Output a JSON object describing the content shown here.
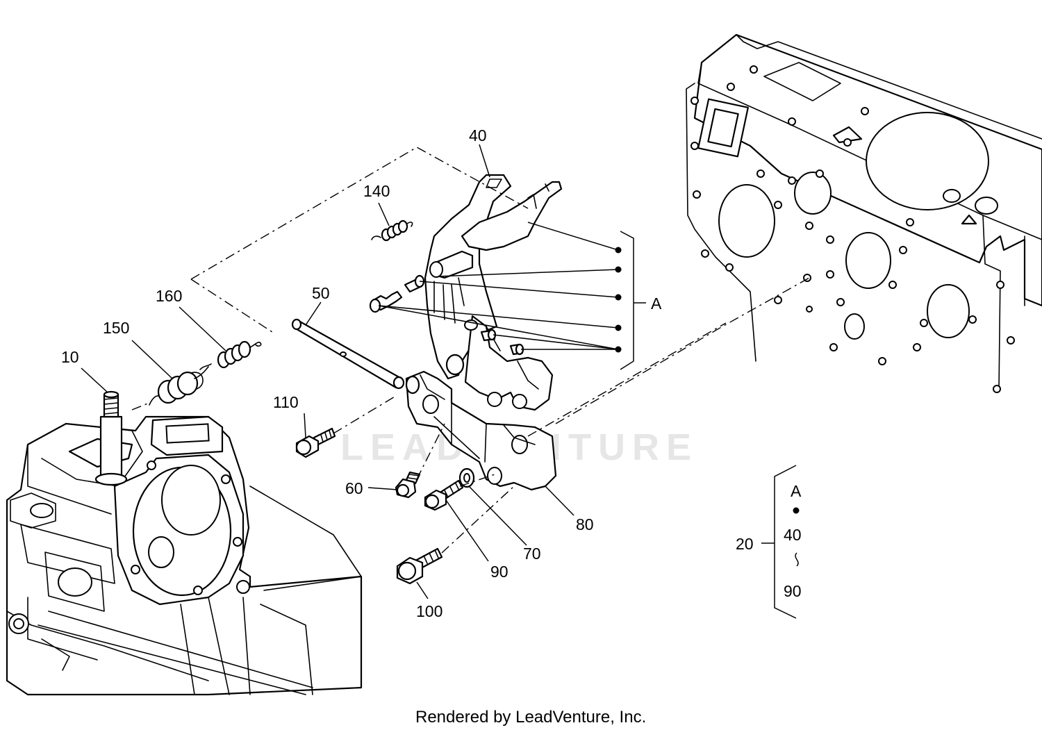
{
  "watermark": "LEADVENTURE",
  "footer": "Rendered by LeadVenture, Inc.",
  "callouts": {
    "p10": "10",
    "p20": "20",
    "p40": "40",
    "p50": "50",
    "p60": "60",
    "p70": "70",
    "p80": "80",
    "p90": "90",
    "p100": "100",
    "p110": "110",
    "p140": "140",
    "p150": "150",
    "p160": "160"
  },
  "group_a": {
    "label": "A"
  },
  "kit_legend": {
    "item": "20",
    "a": "A",
    "from": "40",
    "to": "90"
  }
}
